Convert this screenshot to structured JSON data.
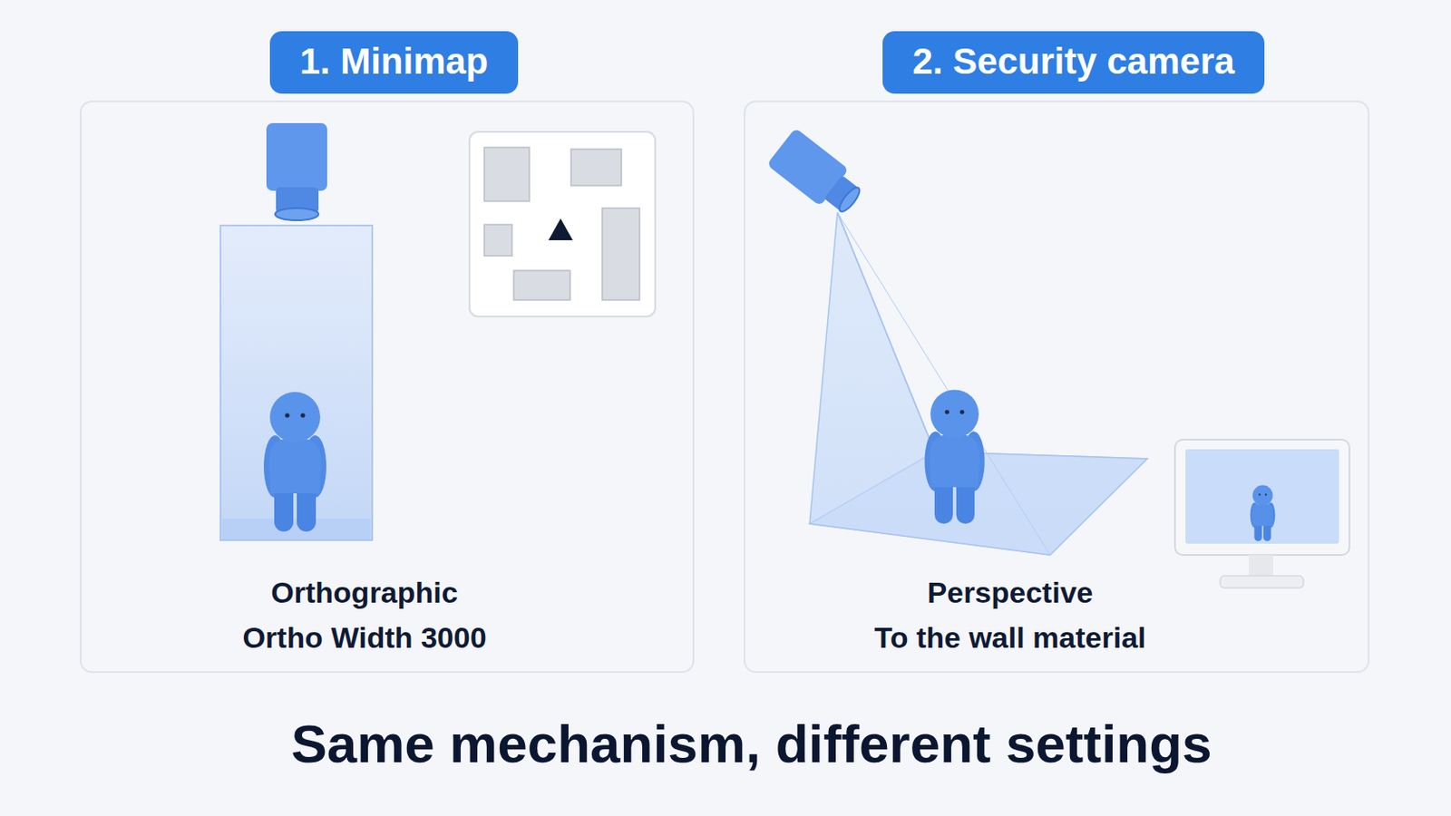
{
  "diagram": {
    "caption": "Same mechanism, different settings",
    "nodes": [
      {
        "text": [
          "1. Minimap",
          "Orthographic",
          "Ortho Width 3000"
        ]
      },
      {
        "text": [
          "2. Security camera",
          "Perspective",
          "To the wall material"
        ]
      }
    ]
  }
}
